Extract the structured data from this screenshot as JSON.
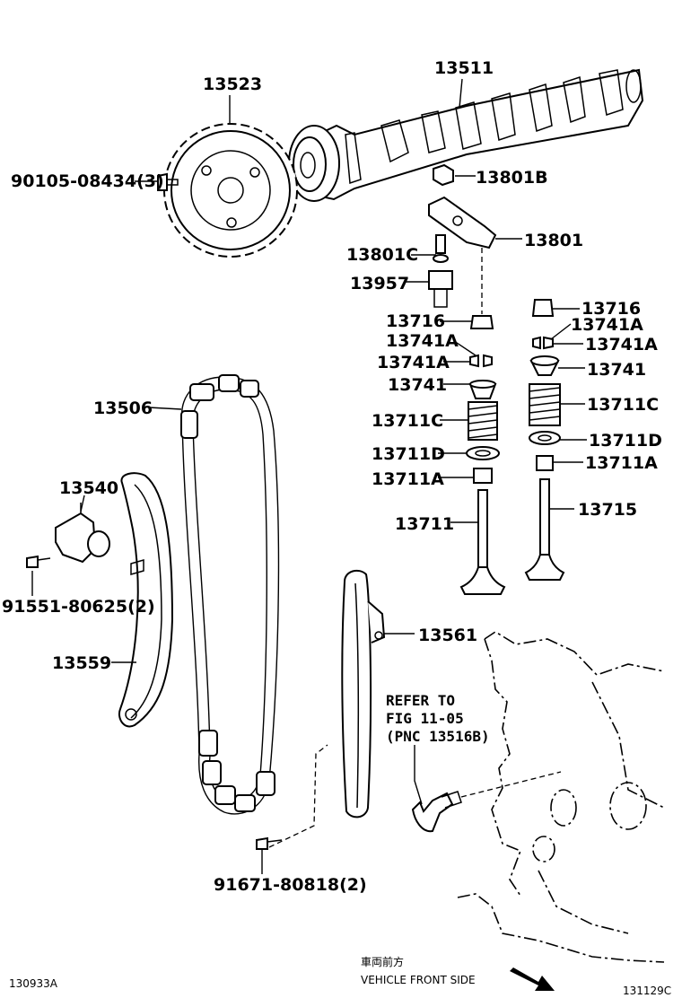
{
  "labels": {
    "camshaft": "13511",
    "cam_sprocket": "13523",
    "sprocket_bolt": "90105-08434(3)",
    "nut_13801b": "13801B",
    "rocker_arm": "13801",
    "bolt_13801c": "13801C",
    "bolt_13957": "13957",
    "intake_cap": "13716",
    "exhaust_cap": "13716",
    "intake_key_upper": "13741A",
    "intake_key_lower": "13741A",
    "exhaust_key_upper": "13741A",
    "exhaust_key_lower": "13741A",
    "intake_retainer": "13741",
    "exhaust_retainer": "13741",
    "intake_spring": "13711C",
    "exhaust_spring": "13711C",
    "intake_seat": "13711D",
    "exhaust_seat": "13711D",
    "intake_seal": "13711A",
    "exhaust_seal": "13711A",
    "intake_valve": "13711",
    "exhaust_valve": "13715",
    "timing_chain": "13506",
    "tensioner": "13540",
    "tensioner_bolt": "91551-80625(2)",
    "chain_slipper": "13559",
    "chain_damper": "13561",
    "damper_bolt": "91671-80818(2)",
    "refer_line1": "REFER TO",
    "refer_line2": "FIG 11-05",
    "refer_line3": "(PNC 13516B)",
    "front_jp": "車両前方",
    "front_en": "VEHICLE FRONT SIDE",
    "code_left": "130933A",
    "code_right": "131129C"
  }
}
